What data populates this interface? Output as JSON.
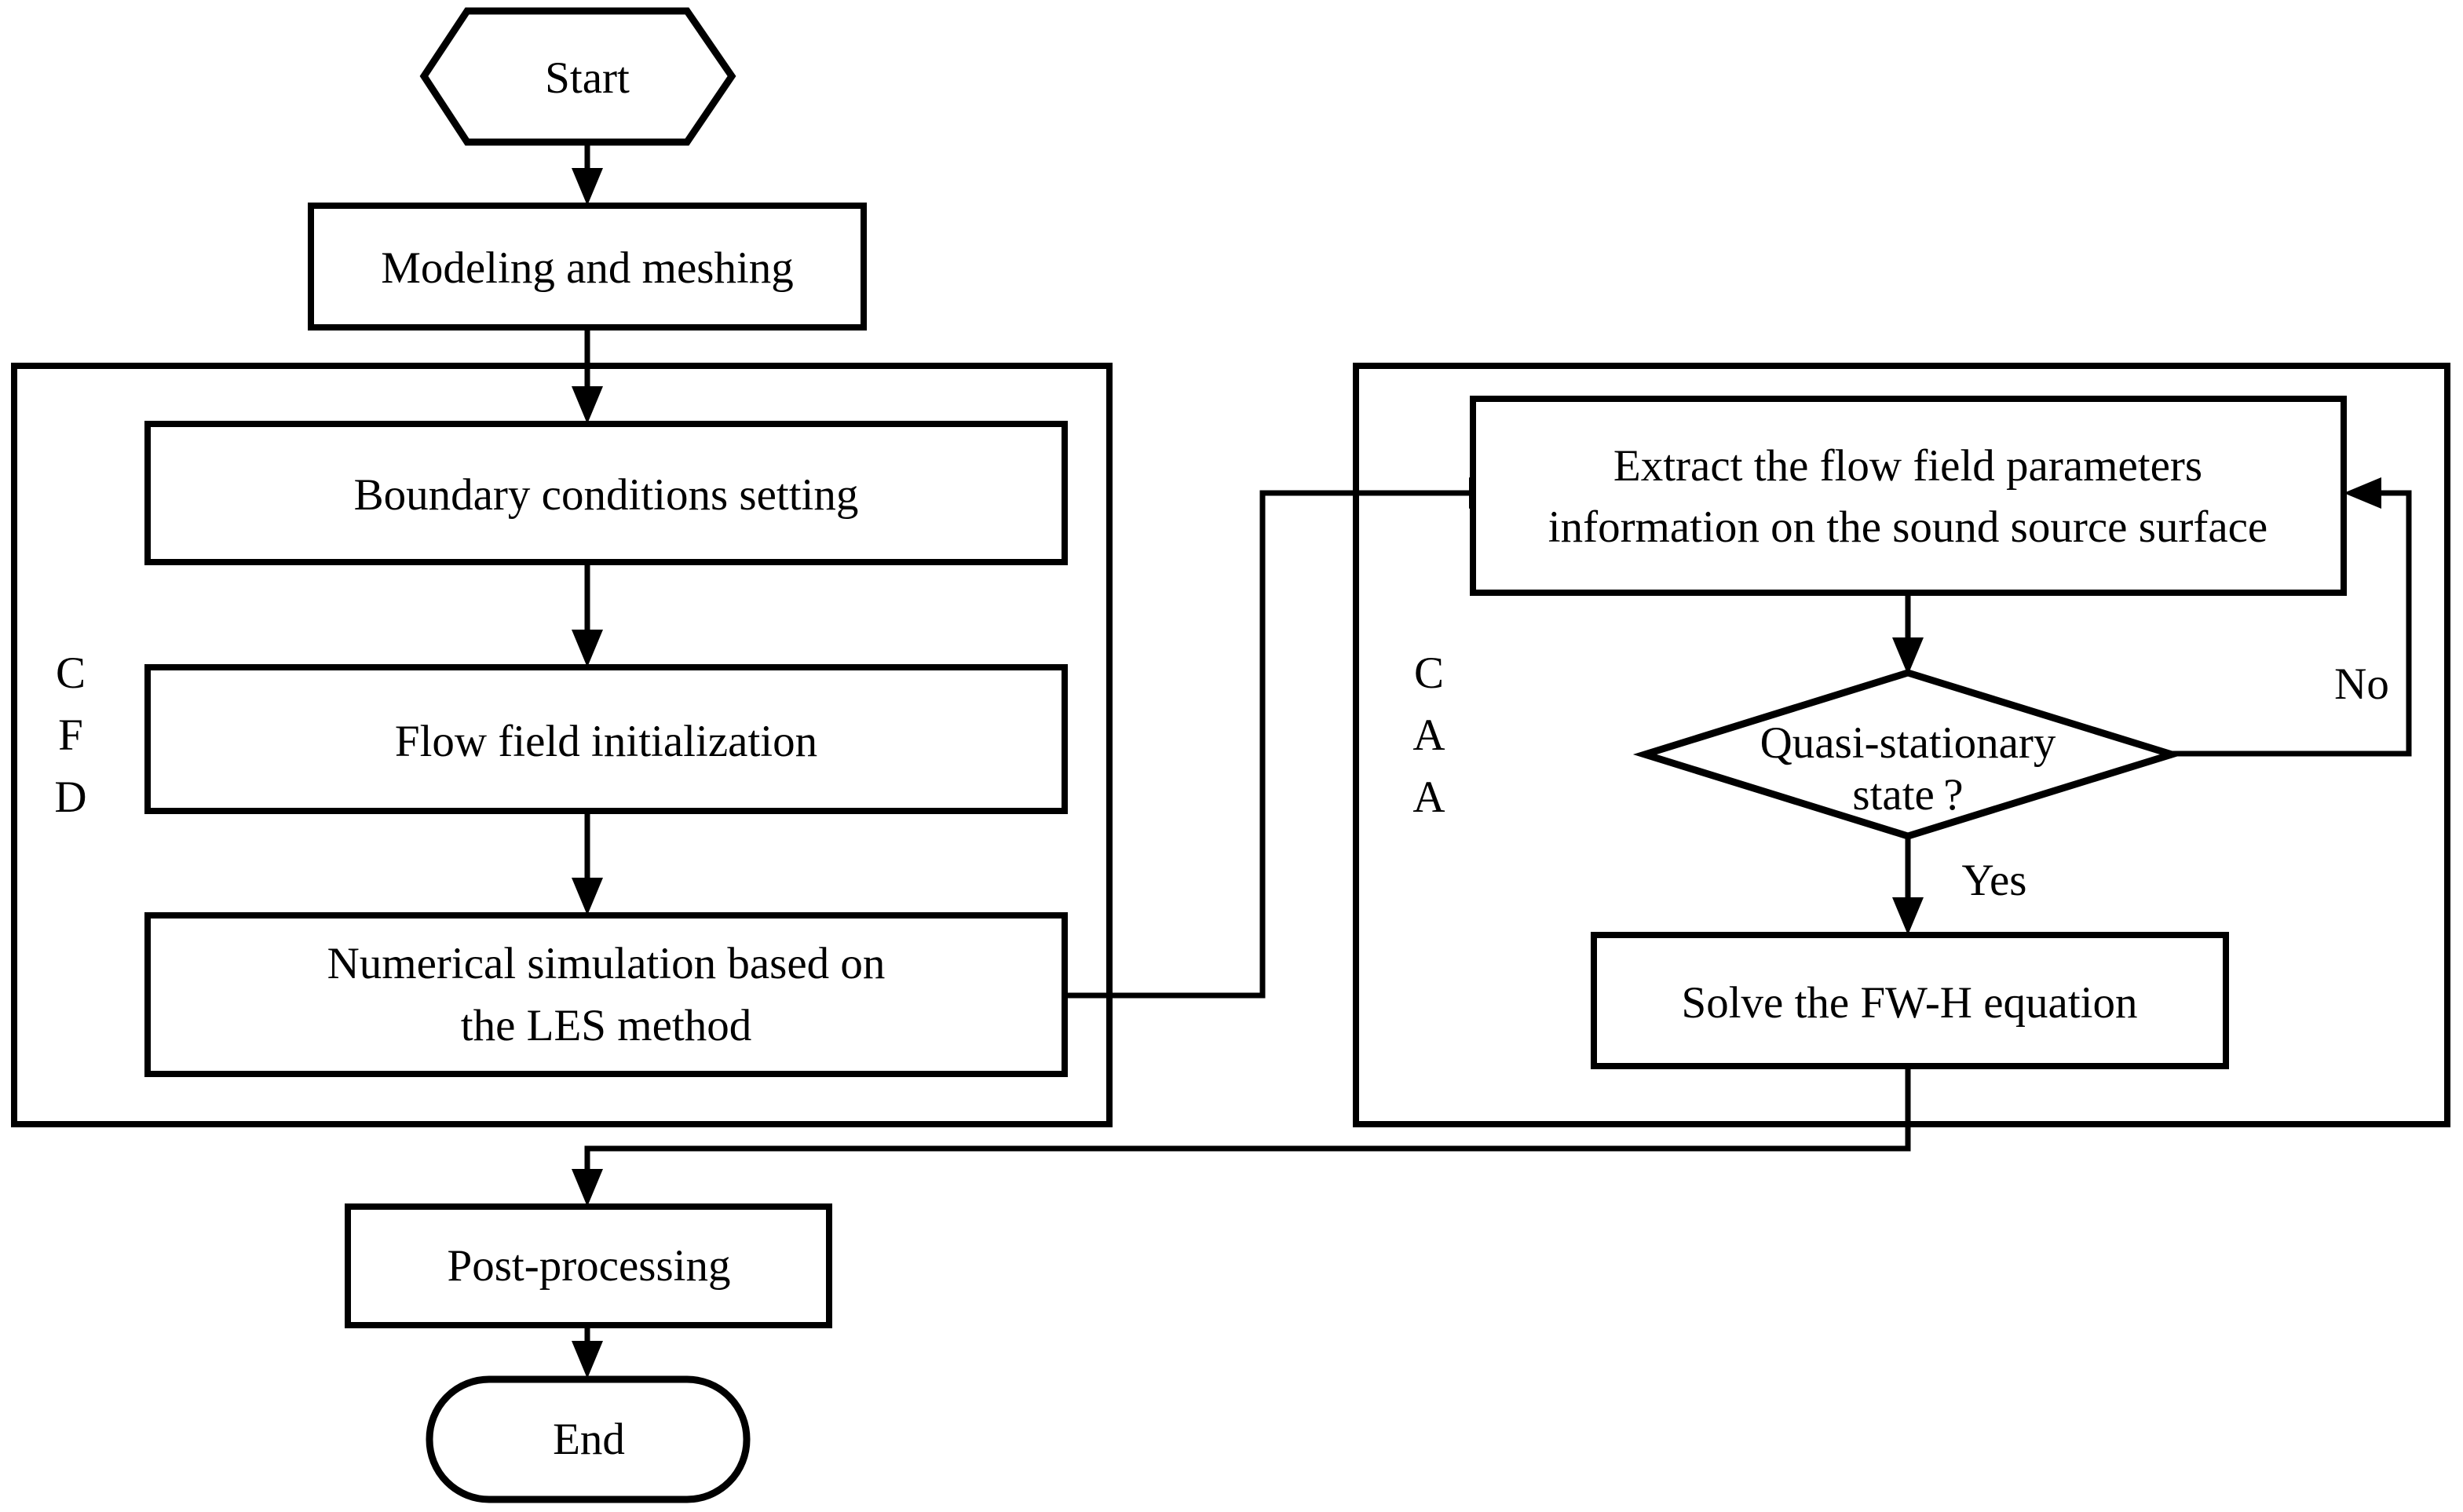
{
  "diagram": {
    "title": "CFD-CAA aeroacoustic simulation flowchart",
    "colors": {
      "stroke": "#000000",
      "fill": "#ffffff"
    },
    "nodes": {
      "start": {
        "label": "Start",
        "shape": "hexagon"
      },
      "modeling": {
        "label": "Modeling and meshing",
        "shape": "rectangle"
      },
      "boundary": {
        "label": "Boundary conditions setting",
        "shape": "rectangle"
      },
      "initialization": {
        "label": "Flow field initialization",
        "shape": "rectangle"
      },
      "simulation": {
        "label_line1": "Numerical simulation based on",
        "label_line2": "the LES method",
        "shape": "rectangle"
      },
      "extract": {
        "label_line1": "Extract the flow field parameters",
        "label_line2": "information on the sound source surface",
        "shape": "rectangle"
      },
      "decision": {
        "label_line1": "Quasi-stationary",
        "label_line2": "state ?",
        "shape": "diamond"
      },
      "fwh": {
        "label": "Solve  the FW-H equation",
        "shape": "rectangle"
      },
      "postprocessing": {
        "label": "Post-processing",
        "shape": "rectangle"
      },
      "end": {
        "label": "End",
        "shape": "stadium"
      }
    },
    "groups": {
      "cfd": {
        "letters": [
          "C",
          "F",
          "D"
        ]
      },
      "caa": {
        "letters": [
          "C",
          "A",
          "A"
        ]
      }
    },
    "edge_labels": {
      "no": "No",
      "yes": "Yes"
    }
  }
}
